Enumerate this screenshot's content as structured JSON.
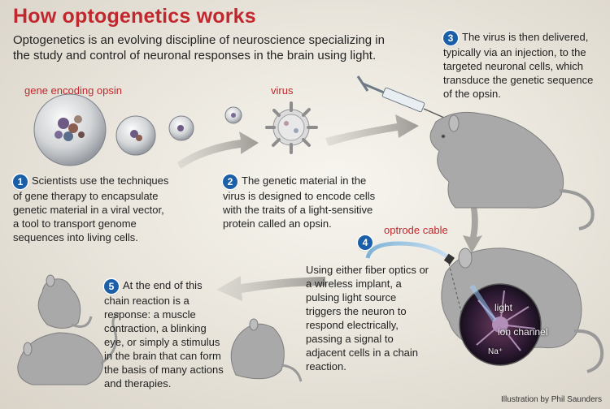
{
  "title": "How optogenetics works",
  "intro": "Optogenetics is an evolving discipline of neuroscience specializing in the study and control of neuronal responses in the brain using light.",
  "labels": {
    "gene": "gene encoding opsin",
    "virus": "virus",
    "cable": "optrode cable",
    "light": "light",
    "ion_channel": "ion channel",
    "na": "Na⁺"
  },
  "steps": [
    {
      "num": "1",
      "text": "Scientists use the techniques of gene therapy to encapsulate genetic material in a viral vector, a tool to transport genome sequences into living cells."
    },
    {
      "num": "2",
      "text": "The genetic material in the virus is designed to encode cells with the traits of a light-sensitive protein called an opsin."
    },
    {
      "num": "3",
      "text": "The virus is then delivered, typically via an injection, to the targeted neuronal cells, which transduce the genetic sequence of the opsin."
    },
    {
      "num": "4",
      "text": "Using either fiber optics or a wireless implant, a pulsing light source triggers the neuron to respond electrically, passing a signal to adjacent cells in a chain reaction."
    },
    {
      "num": "5",
      "text": "At the end of this chain reaction is a response: a muscle contraction, a blinking eye, or simply a stimulus in the brain that can form the basis of many actions and therapies."
    }
  ],
  "credit": "Illustration by Phil Saunders",
  "colors": {
    "title_red": "#c0282d",
    "badge_blue": "#1a5fa8",
    "mouse_gray": "#a9a9a9"
  }
}
